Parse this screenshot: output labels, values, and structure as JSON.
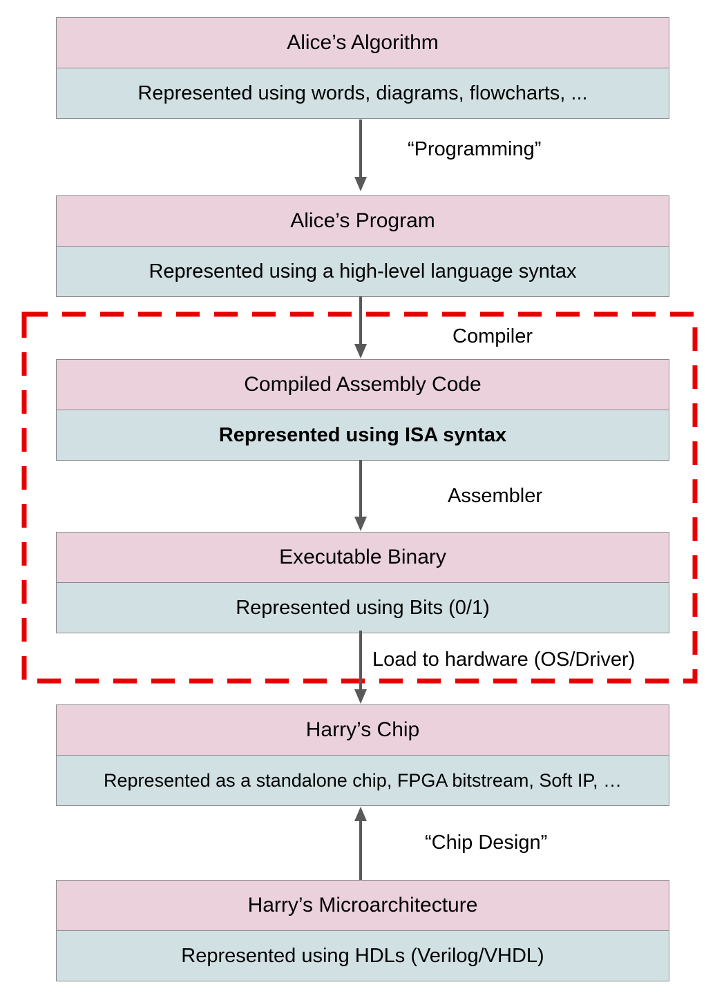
{
  "diagram": {
    "boxes": [
      {
        "title": "Alice’s Algorithm",
        "body": "Represented using words, diagrams, flowcharts, ..."
      },
      {
        "title": "Alice’s Program",
        "body": "Represented using a high-level language syntax"
      },
      {
        "title": "Compiled Assembly Code",
        "body": "Represented using ISA syntax"
      },
      {
        "title": "Executable Binary",
        "body": "Represented using Bits (0/1)"
      },
      {
        "title": "Harry’s Chip",
        "body": "Represented as a standalone chip, FPGA bitstream, Soft IP, …"
      },
      {
        "title": "Harry’s Microarchitecture",
        "body": "Represented using HDLs (Verilog/VHDL)"
      }
    ],
    "arrow_labels": [
      {
        "label": "“Programming”"
      },
      {
        "label": "Compiler"
      },
      {
        "label": "Assembler"
      },
      {
        "label": "Load to hardware (OS/Driver)"
      },
      {
        "label": "“Chip Design”"
      }
    ],
    "colors": {
      "box_header_bg": "#ead1dc",
      "box_body_bg": "#d0e0e3",
      "box_border": "#8a8a8a",
      "arrow": "#595959",
      "highlight_outline": "#e80000",
      "text": "#000000"
    }
  }
}
